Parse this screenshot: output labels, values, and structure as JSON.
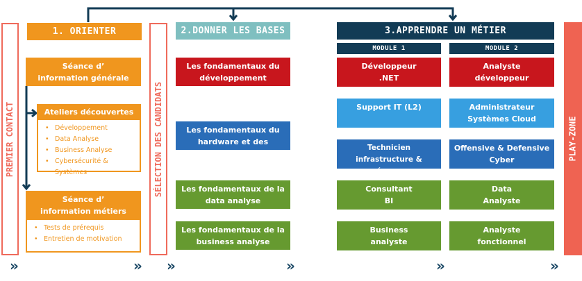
{
  "side_labels": {
    "premier_contact": "PREMIER CONTACT",
    "selection": "SÉLECTION DES CANDIDATS",
    "play_zone": "PLAY-ZONE"
  },
  "orienter": {
    "title": "1. ORIENTER",
    "seance_generale": "Séance d’ information générale",
    "ateliers": {
      "title": "Ateliers découvertes",
      "items": [
        "Développement",
        "Data Analyse",
        "Business Analyse",
        "Cybersécurité & Systèmes"
      ]
    },
    "seance_metiers": {
      "title": "Séance d’ information métiers",
      "items": [
        "Tests de prérequis",
        "Entretien de motivation"
      ]
    }
  },
  "bases": {
    "title": "2.DONNER LES BASES",
    "items": [
      "Les fondamentaux du développement",
      "Les fondamentaux du hardware et des réseaux",
      "Les fondamentaux de la data analyse",
      "Les fondamentaux de la business analyse"
    ]
  },
  "metier": {
    "title": "3.APPRENDRE UN MÉTIER",
    "module1": "MODULE 1",
    "module2": "MODULE 2",
    "rows": [
      [
        "Développeur .NET",
        "Analyste développeur"
      ],
      [
        "Support IT (L2)",
        "Administrateur Systèmes Cloud"
      ],
      [
        "Technicien infrastructure & réseaux",
        "Offensive & Defensive Cyber"
      ],
      [
        "Consultant BI",
        "Data Analyste"
      ],
      [
        "Business analyste",
        "Analyste fonctionnel"
      ]
    ]
  },
  "chevron": "»",
  "colors": {
    "orange": "#f0961e",
    "teal": "#7fbfc0",
    "navy": "#123b55",
    "red": "#c8161d",
    "coral": "#ef6352"
  }
}
